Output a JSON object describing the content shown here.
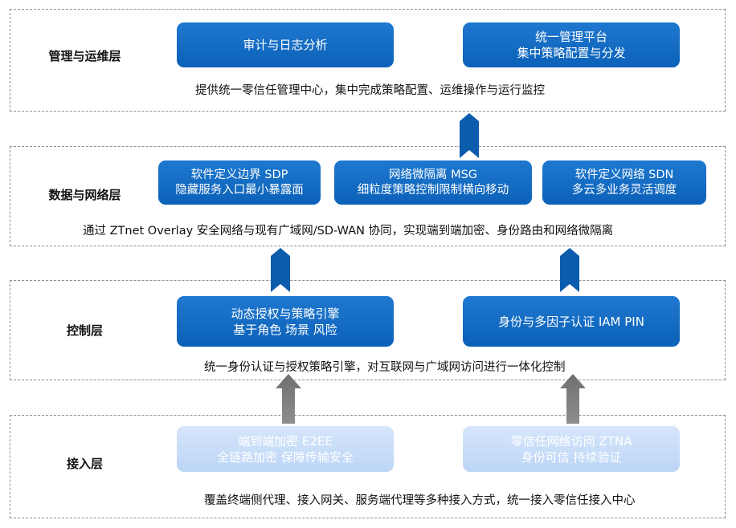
{
  "colors": {
    "box_blue": "#0b61b8",
    "box_light": "#c4dbf7",
    "arrow_blue": "#0b5cad",
    "arrow_gray": "#7f7f7f",
    "border": "#8c8c8c"
  },
  "layers": {
    "management": {
      "title": "管理与运维层",
      "desc": "提供统一零信任管理中心，集中完成策略配置、运维操作与运行监控",
      "boxes": [
        {
          "line1": "审计与日志分析"
        },
        {
          "line1": "统一管理平台",
          "line2": "集中策略配置与分发"
        }
      ]
    },
    "data_network": {
      "title": "数据与网络层",
      "desc": "通过 ZTnet Overlay 安全网络与现有广域网/SD-WAN 协同，实现端到端加密、身份路由和网络微隔离",
      "boxes": [
        {
          "line1": "软件定义边界 SDP",
          "line2": "隐藏服务入口最小暴露面"
        },
        {
          "line1": "网络微隔离 MSG",
          "line2": "细粒度策略控制限制横向移动"
        },
        {
          "line1": "软件定义网络 SDN",
          "line2": "多云多业务灵活调度"
        }
      ]
    },
    "control": {
      "title": "控制层",
      "desc": "统一身份认证与授权策略引擎，对互联网与广域网访问进行一体化控制",
      "boxes": [
        {
          "line1": "动态授权与策略引擎",
          "line2": "基于角色 场景 风险"
        },
        {
          "line1": "身份与多因子认证 IAM PIN"
        }
      ]
    },
    "access": {
      "title": "接入层",
      "desc": "覆盖终端侧代理、接入网关、服务端代理等多种接入方式，统一接入零信任接入中心",
      "boxes": [
        {
          "line1": "端到端加密 E2EE",
          "line2": "全链路加密 保障传输安全"
        },
        {
          "line1": "零信任网络访问 ZTNA",
          "line2": "身份可信 持续验证"
        }
      ]
    }
  }
}
